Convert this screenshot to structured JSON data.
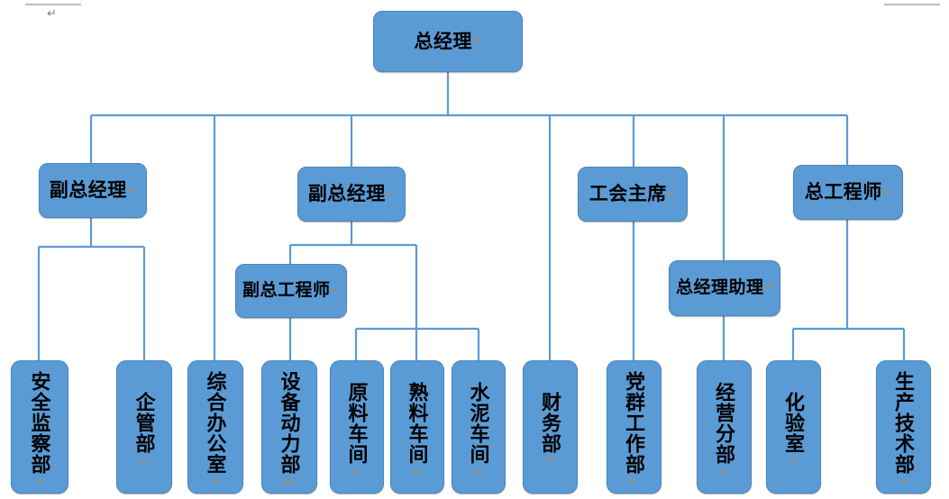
{
  "document": {
    "type": "organization-chart",
    "language": "zh-CN",
    "paragraph_mark": "↵",
    "background": "#ffffff"
  },
  "theme": {
    "node_fill": "#5b9bd5",
    "node_border": "#4a87bd",
    "connector_color": "#5b9bd5",
    "text_color": "#000000",
    "margin_mark_color": "#bfbfbf",
    "pilcrow_color": "#808080"
  },
  "nodes": {
    "root": {
      "label": "总经理"
    },
    "level2": [
      {
        "id": "vp1",
        "label": "副总经理"
      },
      {
        "id": "vp2",
        "label": "副总经理"
      },
      {
        "id": "union",
        "label": "工会主席"
      },
      {
        "id": "chiefeng",
        "label": "总工程师"
      }
    ],
    "level3": [
      {
        "id": "deputy_eng",
        "label": "副总工程师"
      },
      {
        "id": "gm_asst",
        "label": "总经理助理"
      }
    ],
    "leaves": [
      {
        "id": "safety",
        "label": "安全监察部"
      },
      {
        "id": "enterprise",
        "label": "企管部"
      },
      {
        "id": "general",
        "label": "综合办公室"
      },
      {
        "id": "equipment",
        "label": "设备动力部"
      },
      {
        "id": "rawmat",
        "label": "原料车间"
      },
      {
        "id": "clinker",
        "label": "熟料车间"
      },
      {
        "id": "cement",
        "label": "水泥车间"
      },
      {
        "id": "finance",
        "label": "财务部"
      },
      {
        "id": "party",
        "label": "党群工作部"
      },
      {
        "id": "operation",
        "label": "经营分部"
      },
      {
        "id": "lab",
        "label": "化验室"
      },
      {
        "id": "prodtech",
        "label": "生产技术部"
      }
    ]
  },
  "hierarchy": {
    "总经理": [
      "副总经理(一)",
      "副总经理(二)",
      "综合办公室",
      "财务部",
      "工会主席",
      "总经理助理",
      "总工程师"
    ],
    "副总经理(一)": [
      "安全监察部",
      "企管部"
    ],
    "副总经理(二)": [
      "副总工程师",
      "原料车间",
      "熟料车间",
      "水泥车间"
    ],
    "副总工程师": [
      "设备动力部"
    ],
    "工会主席": [
      "党群工作部"
    ],
    "总经理助理": [
      "经营分部"
    ],
    "总工程师": [
      "化验室",
      "生产技术部"
    ]
  }
}
